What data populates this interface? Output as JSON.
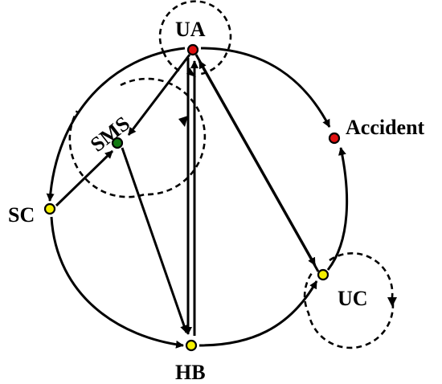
{
  "nodes": [
    {
      "id": "UA",
      "label": "UA",
      "color": "#e01010"
    },
    {
      "id": "SMS",
      "label": "SMS",
      "color": "#127a12"
    },
    {
      "id": "Accident",
      "label": "Accident",
      "color": "#e01010"
    },
    {
      "id": "SC",
      "label": "SC",
      "color": "#f5f000"
    },
    {
      "id": "UC",
      "label": "UC",
      "color": "#f5f000"
    },
    {
      "id": "HB",
      "label": "HB",
      "color": "#f5f000"
    }
  ],
  "edges": [
    {
      "from": "UA",
      "to": "SC"
    },
    {
      "from": "UA",
      "to": "Accident"
    },
    {
      "from": "UA",
      "to": "SMS"
    },
    {
      "from": "SC",
      "to": "SMS"
    },
    {
      "from": "SC",
      "to": "HB"
    },
    {
      "from": "SMS",
      "to": "HB"
    },
    {
      "from": "UA",
      "to": "HB",
      "bidirectional": true
    },
    {
      "from": "UA",
      "to": "UC",
      "bidirectional": true
    },
    {
      "from": "HB",
      "to": "UC"
    },
    {
      "from": "UC",
      "to": "Accident"
    }
  ],
  "self_loops": [
    "UA",
    "SMS",
    "UC"
  ]
}
